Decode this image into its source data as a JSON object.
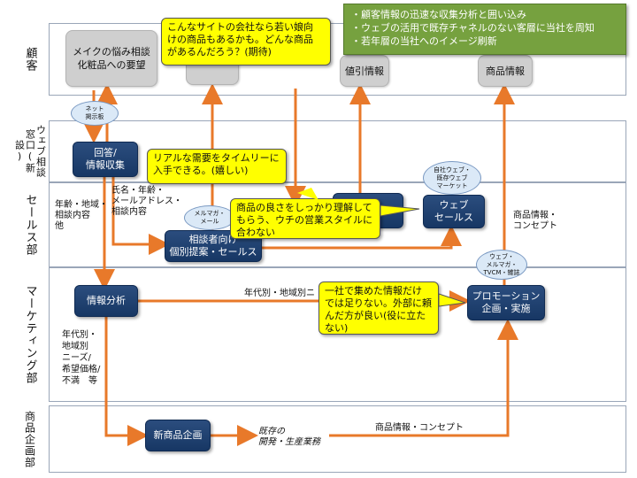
{
  "lanes": {
    "customer": "顧客",
    "web_window": "ウェブ相談窓口(新設)",
    "sales": "セールス部",
    "marketing": "マーケティング部",
    "product_planning": "商品企画部"
  },
  "goals": [
    "・顧客情報の迅速な収集分析と囲い込み",
    "・ウェブの活用で既存チャネルのない客層に当社を周知",
    "・若年層の当社へのイメージ刷新"
  ],
  "customer_boxes": {
    "concern_line1": "メイクの悩み相談",
    "concern_line2": "化粧品への要望",
    "discount_info": "値引情報",
    "product_info": "商品情報"
  },
  "process_boxes": {
    "answer_line1": "回答/",
    "answer_line2": "情報収集",
    "consult_line1": "相談者向け",
    "consult_line2": "個別提案・セールス",
    "web_sales_line1": "ウェブ",
    "web_sales_line2": "セールス",
    "info_analysis": "情報分析",
    "promotion_line1": "プロモーション",
    "promotion_line2": "企画・実施",
    "new_product": "新商品企画"
  },
  "callouts": {
    "top": [
      "こんなサイトの会社なら若い娘向",
      "けの商品もあるかも。どんな商品",
      "があるんだろう？(期待)"
    ],
    "realtime": [
      "リアルな需要をタイムリーに",
      "入手できる。(嬉しい)"
    ],
    "quality": [
      "商品の良さをしっかり理解して",
      "もらう、ウチの営業スタイルに",
      "合わない"
    ],
    "info": [
      "一社で集めた情報だけ",
      "では足りない。外部に頼",
      "んだ方が良い(役に立た",
      "ない)"
    ]
  },
  "bubbles": {
    "net_board": [
      "ネット",
      "掲示板"
    ],
    "own_web": [
      "自社ウェブ・",
      "既存ウェブ",
      "マーケット"
    ],
    "mailmag": [
      "メルマガ・",
      "メール"
    ],
    "web_tvcm": [
      "ウェブ・",
      "メルマガ・",
      "TVCM・雑誌"
    ]
  },
  "labels": {
    "age_region": [
      "年齢・地域・",
      "相談内容",
      "他"
    ],
    "name_age": [
      "氏名・年齢・",
      "メールアドレス・",
      "相談内容"
    ],
    "product_concept_sales": [
      "商品情報・",
      "コンセプト"
    ],
    "by_age_region": "年代別・地域別ニ",
    "needs": [
      "年代別・",
      "地域別",
      "ニーズ/",
      "希望価格/",
      "不満　等"
    ],
    "existing_dev": [
      "既存の",
      "開発・生産業務"
    ],
    "product_concept_bottom": "商品情報・コンセプト"
  },
  "colors": {
    "arrow": "#e8792a",
    "box_blue": "#1f3f6e",
    "callout": "#ffff00",
    "goal_green": "#76a13f"
  }
}
